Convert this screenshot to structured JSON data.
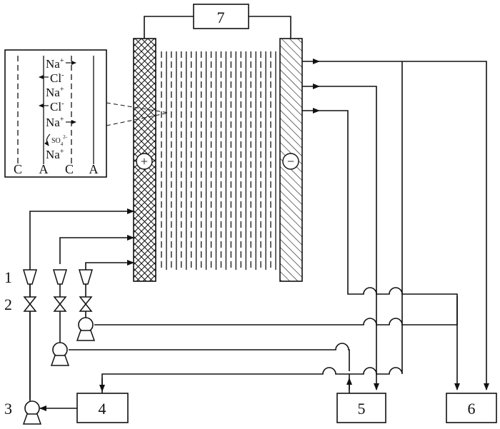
{
  "labels": {
    "n1": "1",
    "n2": "2",
    "n3": "3",
    "n4": "4",
    "n5": "5",
    "n6": "6",
    "n7": "7",
    "plus": "+",
    "minus": "−"
  },
  "inset": {
    "membranes": [
      "C",
      "A",
      "C",
      "A"
    ],
    "ions": [
      "Na",
      "Cl",
      "Na",
      "Cl",
      "Na",
      "SO",
      "Na"
    ],
    "ion_charges": [
      "+",
      "-",
      "+",
      "-",
      "+",
      "2-",
      "+"
    ],
    "sulfate_sub": "4"
  },
  "colors": {
    "ink": "#111111",
    "background": "#ffffff"
  }
}
